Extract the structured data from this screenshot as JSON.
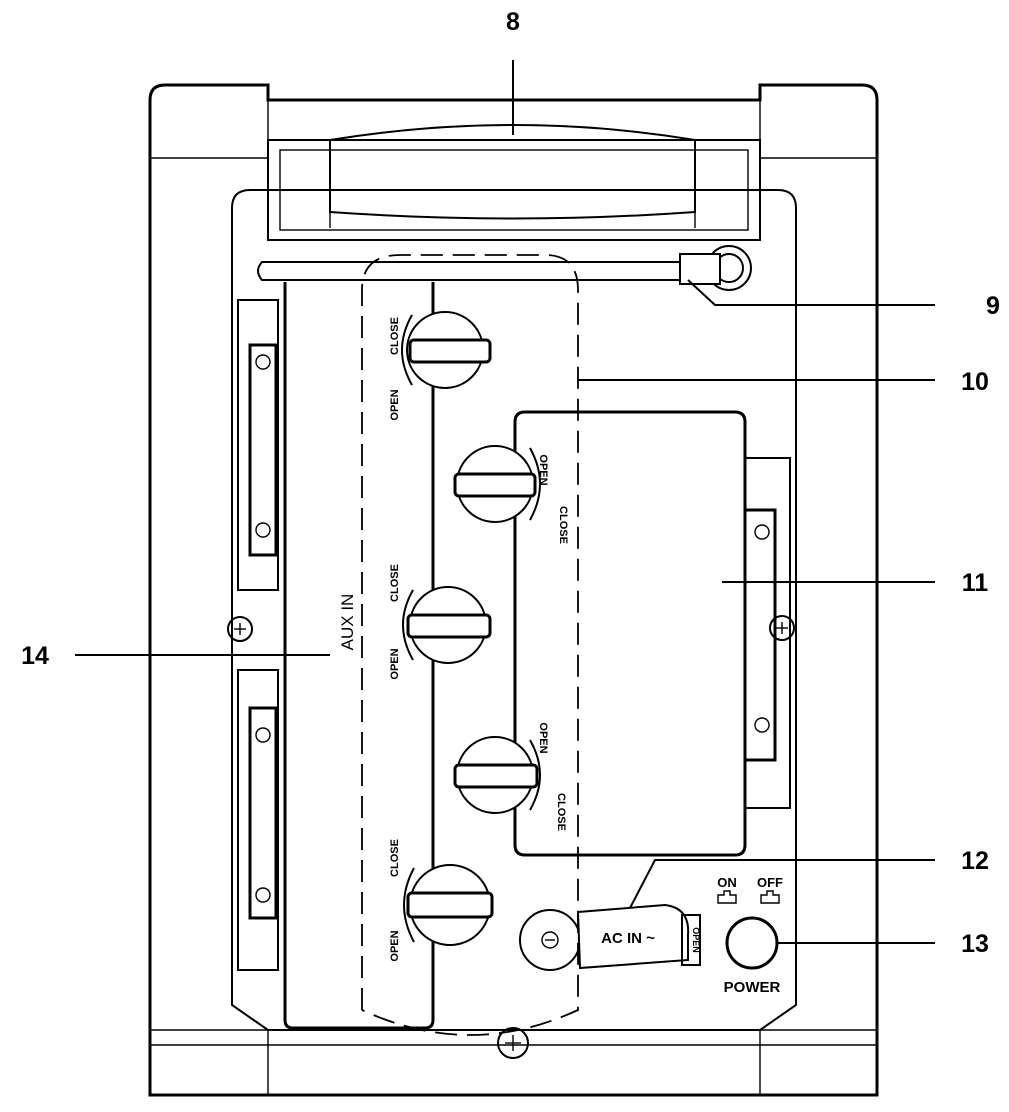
{
  "callouts": {
    "c8": "8",
    "c9": "9",
    "c10": "10",
    "c11": "11",
    "c12": "12",
    "c13": "13",
    "c14": "14"
  },
  "labels": {
    "aux_in": "AUX IN",
    "ac_in": "AC IN ~",
    "open": "OPEN",
    "close": "CLOSE",
    "on": "ON",
    "off": "OFF",
    "power": "POWER"
  }
}
